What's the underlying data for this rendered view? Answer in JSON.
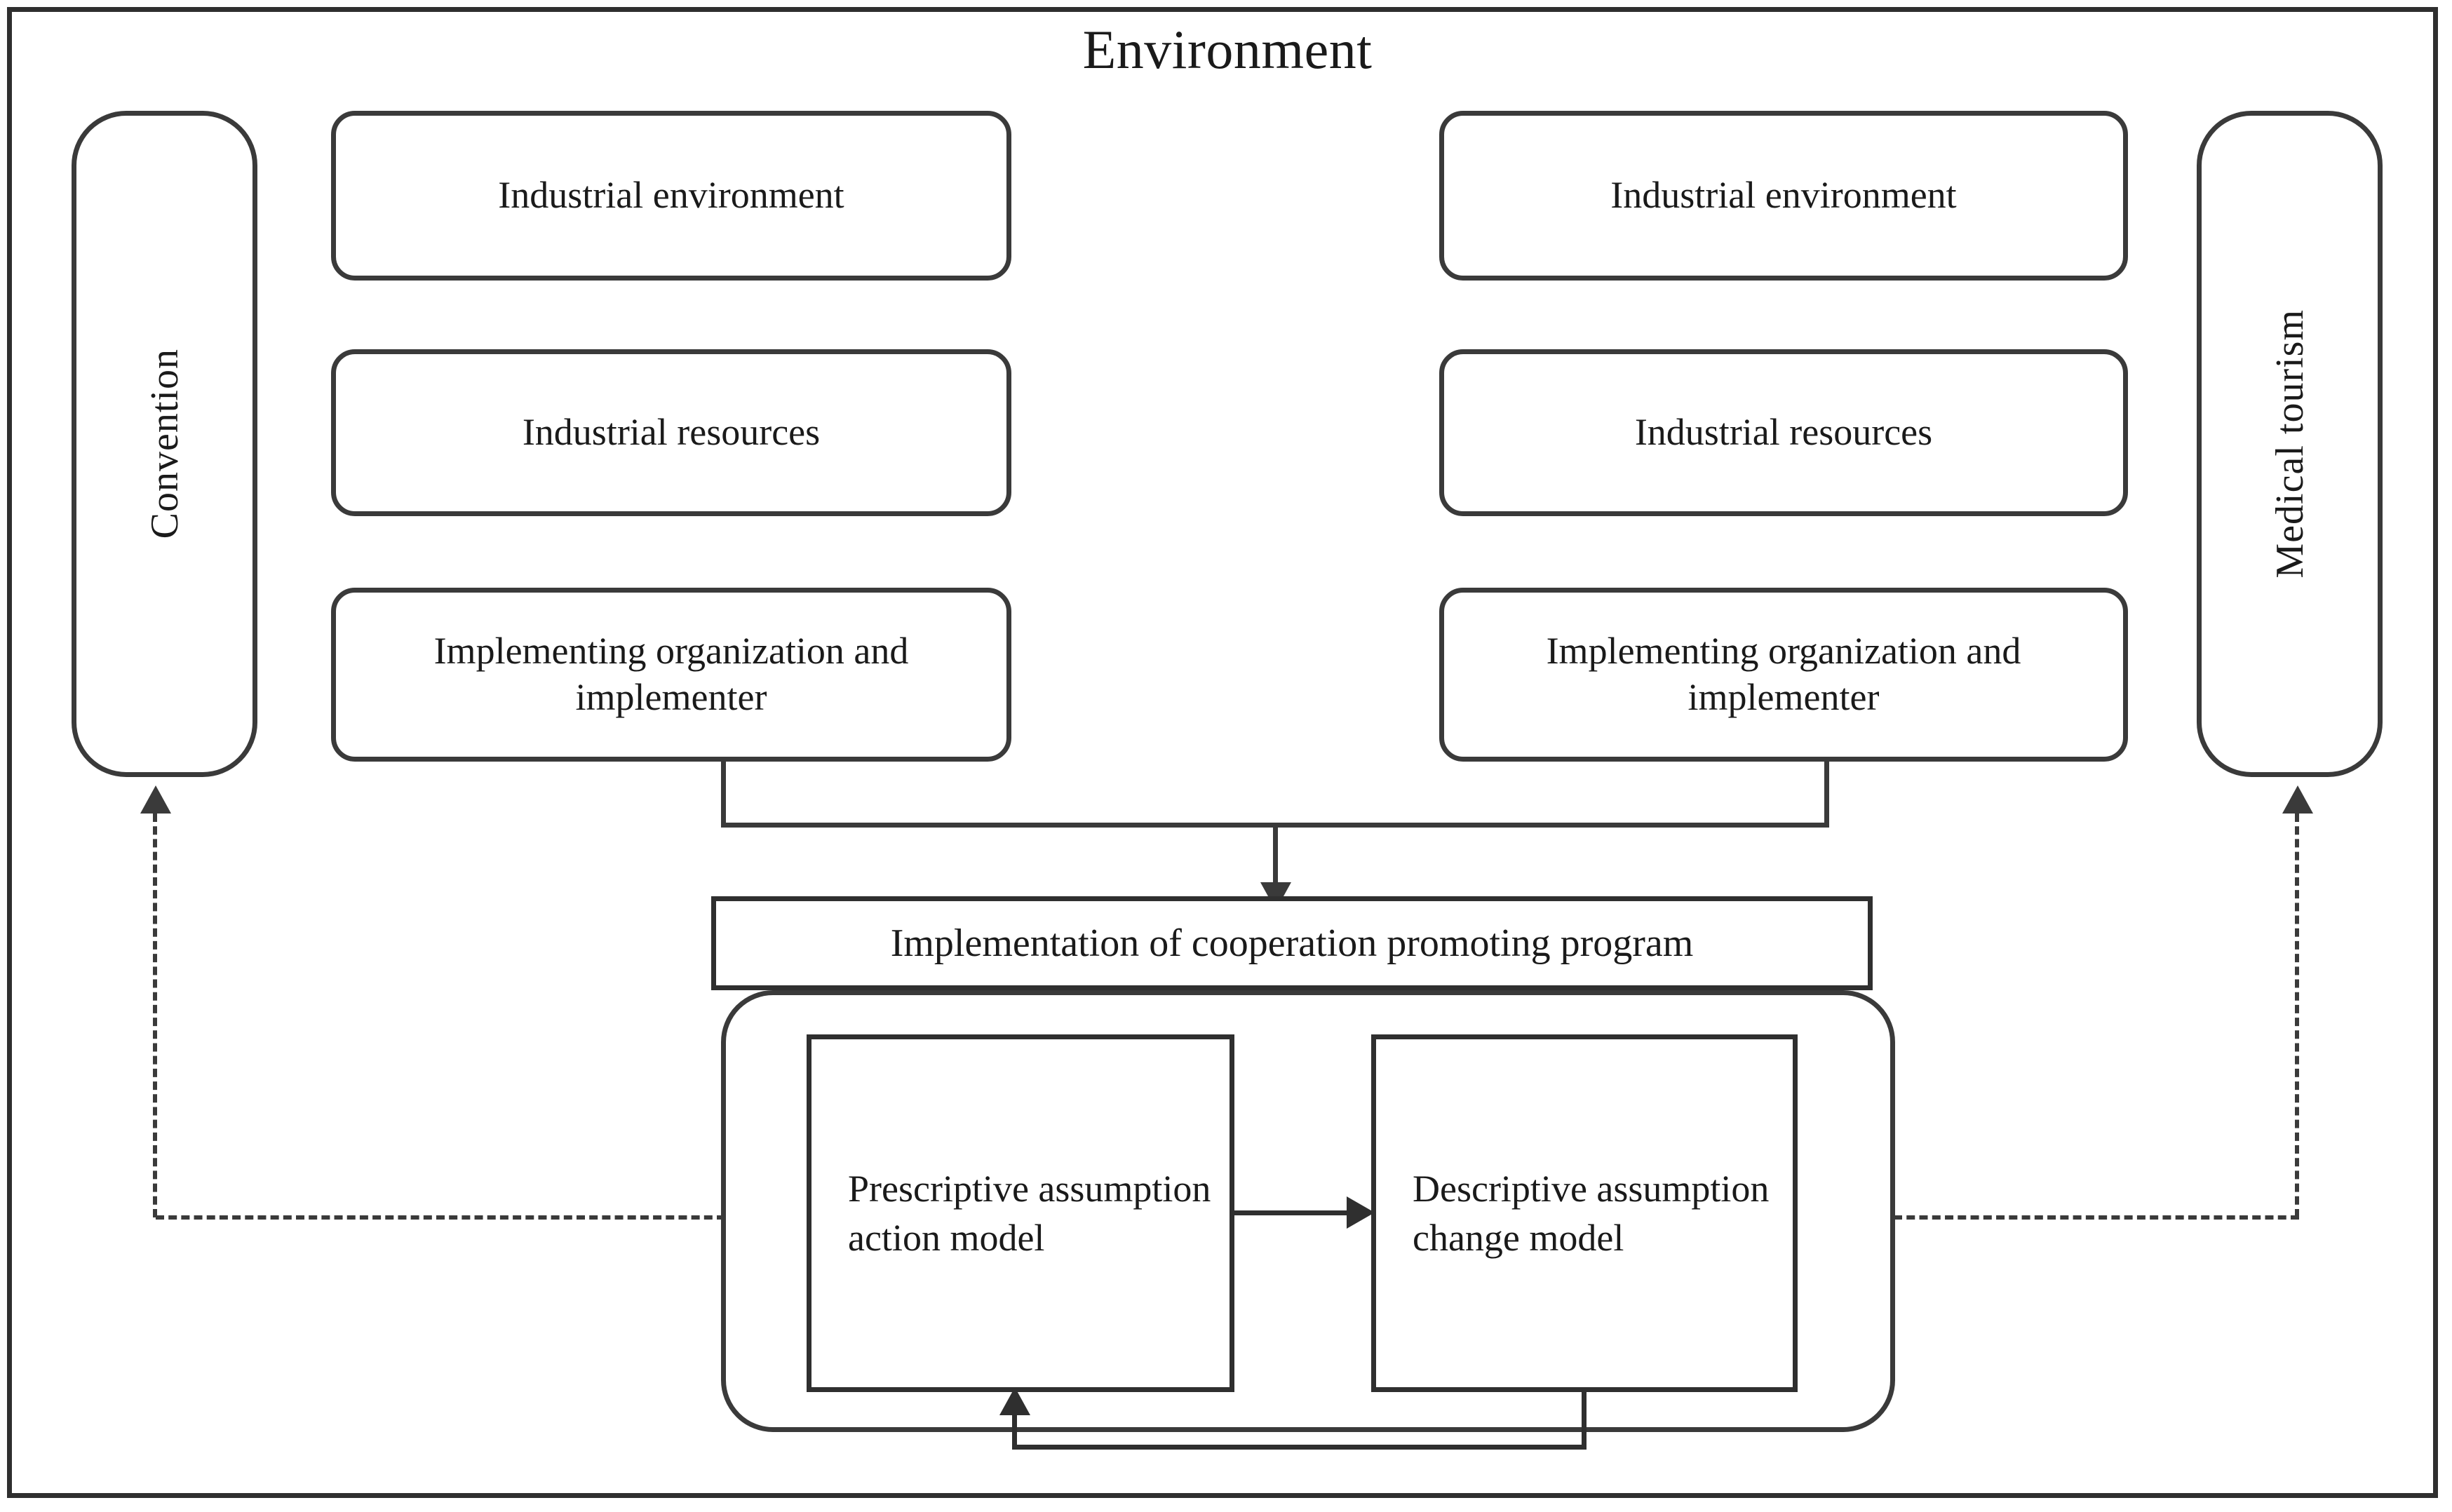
{
  "title": "Environment",
  "left_axis": {
    "label": "Convention"
  },
  "right_axis": {
    "label": "Medical tourism"
  },
  "left_column": {
    "cards": [
      {
        "label": "Industrial environment"
      },
      {
        "label": "Industrial resources"
      },
      {
        "label": "Implementing organization and implementer"
      }
    ]
  },
  "right_column": {
    "cards": [
      {
        "label": "Industrial environment"
      },
      {
        "label": "Industrial resources"
      },
      {
        "label": "Implementing organization and implementer"
      }
    ]
  },
  "program": {
    "label": "Implementation of cooperation promoting program"
  },
  "models": {
    "prescriptive": {
      "label": "Prescriptive assumption action model"
    },
    "descriptive": {
      "label": "Descriptive assumption change model"
    }
  },
  "colors": {
    "stroke": "#3a3a3a",
    "stroke_dark": "#2f2f2f",
    "text": "#1a1a1a",
    "background": "#ffffff"
  }
}
